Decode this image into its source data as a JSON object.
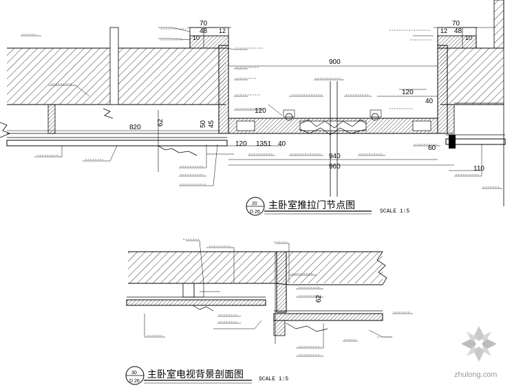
{
  "top_section": {
    "title": "主卧室推拉门节点图",
    "scale": "SCALE 1:5",
    "detail_number": "20",
    "sheet_ref": "D 26",
    "dims": {
      "d70_left": "70",
      "d48_left": "48",
      "d12_left": "12",
      "d10_left": "10",
      "d70_right": "70",
      "d48_right": "48",
      "d12_right": "12",
      "d10_right": "10",
      "d900": "900",
      "d120_right": "120",
      "d40_right": "40",
      "d820": "820",
      "d62": "62",
      "d50": "50",
      "d45": "45",
      "d120_mid": "120",
      "d120_low": "120",
      "d1351": "1351",
      "d40_mid": "40",
      "d60": "60",
      "d940": "940",
      "d960": "960",
      "d110": "110"
    }
  },
  "bottom_section": {
    "title": "主卧室电视背景剖面图",
    "scale": "SCALE 1:5",
    "detail_number": "30",
    "sheet_ref": "D 26",
    "dims": {
      "d62": "62"
    }
  },
  "watermark": {
    "text": "zhulong.com"
  }
}
